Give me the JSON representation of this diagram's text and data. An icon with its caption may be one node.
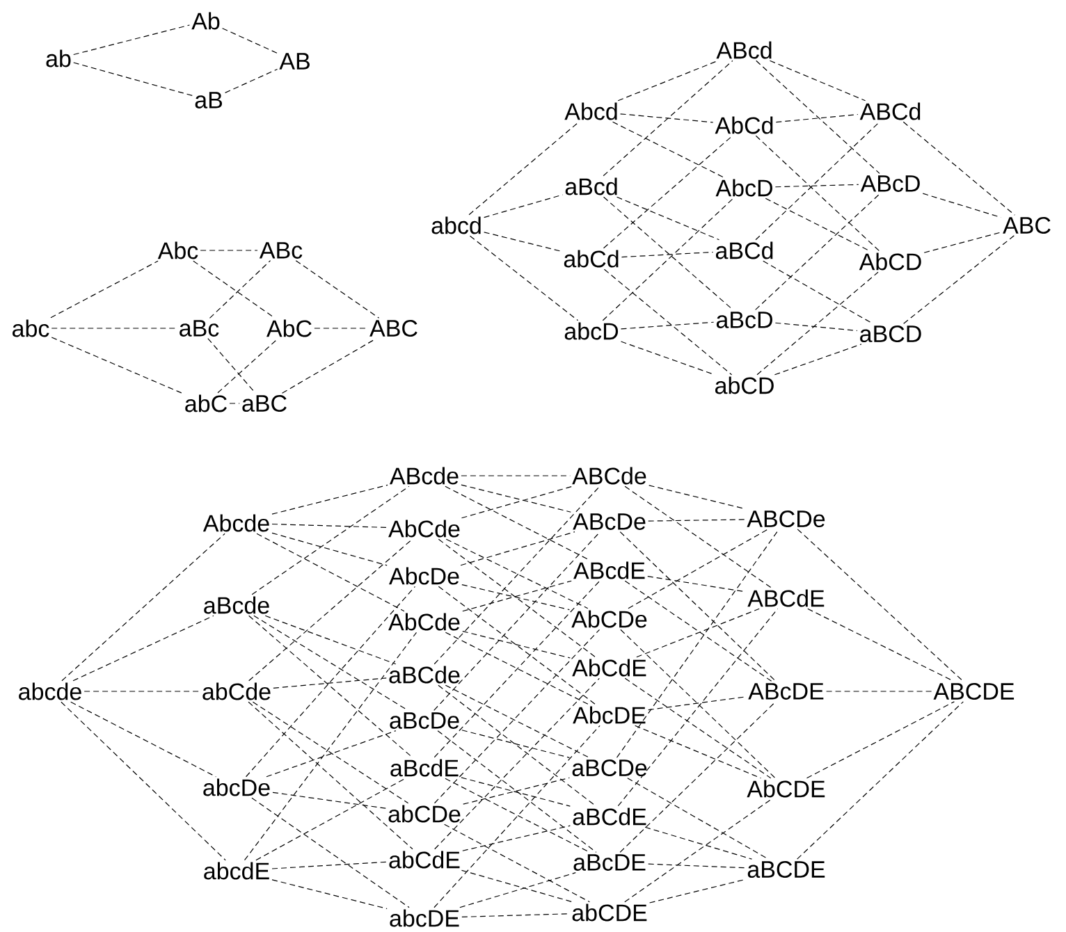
{
  "diagram": {
    "nodes": [
      {
        "text": [
          "ab"
        ]
      },
      {
        "text": [
          "Ab"
        ]
      },
      {
        "text": [
          "aB"
        ]
      },
      {
        "text": [
          "AB"
        ]
      },
      {
        "text": [
          "abc"
        ]
      },
      {
        "text": [
          "Abc"
        ]
      },
      {
        "text": [
          "aBc"
        ]
      },
      {
        "text": [
          "abC"
        ]
      },
      {
        "text": [
          "ABc"
        ]
      },
      {
        "text": [
          "AbC"
        ]
      },
      {
        "text": [
          "aBC"
        ]
      },
      {
        "text": [
          "ABC"
        ]
      },
      {
        "text": [
          "abcd"
        ]
      },
      {
        "text": [
          "Abcd"
        ]
      },
      {
        "text": [
          "aBcd"
        ]
      },
      {
        "text": [
          "abCd"
        ]
      },
      {
        "text": [
          "abcD"
        ]
      },
      {
        "text": [
          "ABcd"
        ]
      },
      {
        "text": [
          "AbCd"
        ]
      },
      {
        "text": [
          "AbcD"
        ]
      },
      {
        "text": [
          "aBCd"
        ]
      },
      {
        "text": [
          "aBcD"
        ]
      },
      {
        "text": [
          "abCD"
        ]
      },
      {
        "text": [
          "ABCd"
        ]
      },
      {
        "text": [
          "ABcD"
        ]
      },
      {
        "text": [
          "AbCD"
        ]
      },
      {
        "text": [
          "aBCD"
        ]
      },
      {
        "text": [
          "ABC"
        ]
      },
      {
        "text": [
          "abcde"
        ]
      },
      {
        "text": [
          "Abcde"
        ]
      },
      {
        "text": [
          "aBcde"
        ]
      },
      {
        "text": [
          "abCde"
        ]
      },
      {
        "text": [
          "abcDe"
        ]
      },
      {
        "text": [
          "abcdE"
        ]
      },
      {
        "text": [
          "ABcde"
        ]
      },
      {
        "text": [
          "AbCde"
        ]
      },
      {
        "text": [
          "AbcDe"
        ]
      },
      {
        "text": [
          "AbCde"
        ]
      },
      {
        "text": [
          "aBCde"
        ]
      },
      {
        "text": [
          "aBcDe"
        ]
      },
      {
        "text": [
          "aBcdE"
        ]
      },
      {
        "text": [
          "abCDe"
        ]
      },
      {
        "text": [
          "abCdE"
        ]
      },
      {
        "text": [
          "abcDE"
        ]
      },
      {
        "text": [
          "ABCde"
        ]
      },
      {
        "text": [
          "ABcDe"
        ]
      },
      {
        "text": [
          "ABcdE"
        ]
      },
      {
        "text": [
          "AbCDe"
        ]
      },
      {
        "text": [
          "AbCdE"
        ]
      },
      {
        "text": [
          "AbcDE"
        ]
      },
      {
        "text": [
          "aBCDe"
        ]
      },
      {
        "text": [
          "aBCdE"
        ]
      },
      {
        "text": [
          "aBcDE"
        ]
      },
      {
        "text": [
          "abCDE"
        ]
      },
      {
        "text": [
          "ABCDe"
        ]
      },
      {
        "text": [
          "ABCdE"
        ]
      },
      {
        "text": [
          "ABcDE"
        ]
      },
      {
        "text": [
          "AbCDE"
        ]
      },
      {
        "text": [
          "aBCDE"
        ]
      },
      {
        "text": [
          "ABCDE"
        ]
      }
    ],
    "edges": [
      {
        "from": 0,
        "to": 1,
        "arrow": "none",
        "style": "dashed"
      },
      {
        "from": 0,
        "to": 2,
        "arrow": "none",
        "style": "dashed"
      },
      {
        "from": 1,
        "to": 3,
        "arrow": "none",
        "style": "dashed"
      },
      {
        "from": 2,
        "to": 3,
        "arrow": "none",
        "style": "dashed"
      },
      {
        "from": 4,
        "to": 5,
        "arrow": "none",
        "style": "dashed"
      },
      {
        "from": 4,
        "to": 6,
        "arrow": "none",
        "style": "dashed"
      },
      {
        "from": 4,
        "to": 7,
        "arrow": "none",
        "style": "dashed"
      },
      {
        "from": 5,
        "to": 8,
        "arrow": "none",
        "style": "dashed"
      },
      {
        "from": 5,
        "to": 9,
        "arrow": "none",
        "style": "dashed"
      },
      {
        "from": 6,
        "to": 8,
        "arrow": "none",
        "style": "dashed"
      },
      {
        "from": 6,
        "to": 10,
        "arrow": "none",
        "style": "dashed"
      },
      {
        "from": 7,
        "to": 9,
        "arrow": "none",
        "style": "dashed"
      },
      {
        "from": 7,
        "to": 10,
        "arrow": "none",
        "style": "dashed"
      },
      {
        "from": 8,
        "to": 11,
        "arrow": "none",
        "style": "dashed"
      },
      {
        "from": 9,
        "to": 11,
        "arrow": "none",
        "style": "dashed"
      },
      {
        "from": 10,
        "to": 11,
        "arrow": "none",
        "style": "dashed"
      },
      {
        "from": 12,
        "to": 13,
        "arrow": "none",
        "style": "dashed"
      },
      {
        "from": 12,
        "to": 14,
        "arrow": "none",
        "style": "dashed"
      },
      {
        "from": 12,
        "to": 15,
        "arrow": "none",
        "style": "dashed"
      },
      {
        "from": 12,
        "to": 16,
        "arrow": "none",
        "style": "dashed"
      },
      {
        "from": 13,
        "to": 17,
        "arrow": "none",
        "style": "dashed"
      },
      {
        "from": 13,
        "to": 18,
        "arrow": "none",
        "style": "dashed"
      },
      {
        "from": 13,
        "to": 19,
        "arrow": "none",
        "style": "dashed"
      },
      {
        "from": 14,
        "to": 17,
        "arrow": "none",
        "style": "dashed"
      },
      {
        "from": 14,
        "to": 20,
        "arrow": "none",
        "style": "dashed"
      },
      {
        "from": 14,
        "to": 21,
        "arrow": "none",
        "style": "dashed"
      },
      {
        "from": 15,
        "to": 18,
        "arrow": "none",
        "style": "dashed"
      },
      {
        "from": 15,
        "to": 20,
        "arrow": "none",
        "style": "dashed"
      },
      {
        "from": 15,
        "to": 22,
        "arrow": "none",
        "style": "dashed"
      },
      {
        "from": 16,
        "to": 19,
        "arrow": "none",
        "style": "dashed"
      },
      {
        "from": 16,
        "to": 21,
        "arrow": "none",
        "style": "dashed"
      },
      {
        "from": 16,
        "to": 22,
        "arrow": "none",
        "style": "dashed"
      },
      {
        "from": 17,
        "to": 23,
        "arrow": "none",
        "style": "dashed"
      },
      {
        "from": 17,
        "to": 24,
        "arrow": "none",
        "style": "dashed"
      },
      {
        "from": 18,
        "to": 23,
        "arrow": "none",
        "style": "dashed"
      },
      {
        "from": 18,
        "to": 25,
        "arrow": "none",
        "style": "dashed"
      },
      {
        "from": 19,
        "to": 24,
        "arrow": "none",
        "style": "dashed"
      },
      {
        "from": 19,
        "to": 25,
        "arrow": "none",
        "style": "dashed"
      },
      {
        "from": 20,
        "to": 23,
        "arrow": "none",
        "style": "dashed"
      },
      {
        "from": 20,
        "to": 26,
        "arrow": "none",
        "style": "dashed"
      },
      {
        "from": 21,
        "to": 24,
        "arrow": "none",
        "style": "dashed"
      },
      {
        "from": 21,
        "to": 26,
        "arrow": "none",
        "style": "dashed"
      },
      {
        "from": 22,
        "to": 25,
        "arrow": "none",
        "style": "dashed"
      },
      {
        "from": 22,
        "to": 26,
        "arrow": "none",
        "style": "dashed"
      },
      {
        "from": 23,
        "to": 27,
        "arrow": "none",
        "style": "dashed"
      },
      {
        "from": 24,
        "to": 27,
        "arrow": "none",
        "style": "dashed"
      },
      {
        "from": 25,
        "to": 27,
        "arrow": "none",
        "style": "dashed"
      },
      {
        "from": 26,
        "to": 27,
        "arrow": "none",
        "style": "dashed"
      },
      {
        "from": 28,
        "to": 29,
        "arrow": "none",
        "style": "dashed"
      },
      {
        "from": 28,
        "to": 30,
        "arrow": "none",
        "style": "dashed"
      },
      {
        "from": 28,
        "to": 31,
        "arrow": "none",
        "style": "dashed"
      },
      {
        "from": 28,
        "to": 32,
        "arrow": "none",
        "style": "dashed"
      },
      {
        "from": 28,
        "to": 33,
        "arrow": "none",
        "style": "dashed"
      },
      {
        "from": 29,
        "to": 34,
        "arrow": "none",
        "style": "dashed"
      },
      {
        "from": 29,
        "to": 35,
        "arrow": "none",
        "style": "dashed"
      },
      {
        "from": 29,
        "to": 36,
        "arrow": "none",
        "style": "dashed"
      },
      {
        "from": 29,
        "to": 37,
        "arrow": "none",
        "style": "dashed"
      },
      {
        "from": 30,
        "to": 34,
        "arrow": "none",
        "style": "dashed"
      },
      {
        "from": 30,
        "to": 38,
        "arrow": "none",
        "style": "dashed"
      },
      {
        "from": 30,
        "to": 39,
        "arrow": "none",
        "style": "dashed"
      },
      {
        "from": 30,
        "to": 40,
        "arrow": "none",
        "style": "dashed"
      },
      {
        "from": 31,
        "to": 35,
        "arrow": "none",
        "style": "dashed"
      },
      {
        "from": 31,
        "to": 38,
        "arrow": "none",
        "style": "dashed"
      },
      {
        "from": 31,
        "to": 41,
        "arrow": "none",
        "style": "dashed"
      },
      {
        "from": 31,
        "to": 42,
        "arrow": "none",
        "style": "dashed"
      },
      {
        "from": 32,
        "to": 36,
        "arrow": "none",
        "style": "dashed"
      },
      {
        "from": 32,
        "to": 39,
        "arrow": "none",
        "style": "dashed"
      },
      {
        "from": 32,
        "to": 41,
        "arrow": "none",
        "style": "dashed"
      },
      {
        "from": 32,
        "to": 43,
        "arrow": "none",
        "style": "dashed"
      },
      {
        "from": 33,
        "to": 37,
        "arrow": "none",
        "style": "dashed"
      },
      {
        "from": 33,
        "to": 40,
        "arrow": "none",
        "style": "dashed"
      },
      {
        "from": 33,
        "to": 42,
        "arrow": "none",
        "style": "dashed"
      },
      {
        "from": 33,
        "to": 43,
        "arrow": "none",
        "style": "dashed"
      },
      {
        "from": 34,
        "to": 44,
        "arrow": "none",
        "style": "dashed"
      },
      {
        "from": 34,
        "to": 45,
        "arrow": "none",
        "style": "dashed"
      },
      {
        "from": 34,
        "to": 46,
        "arrow": "none",
        "style": "dashed"
      },
      {
        "from": 35,
        "to": 44,
        "arrow": "none",
        "style": "dashed"
      },
      {
        "from": 35,
        "to": 47,
        "arrow": "none",
        "style": "dashed"
      },
      {
        "from": 35,
        "to": 48,
        "arrow": "none",
        "style": "dashed"
      },
      {
        "from": 36,
        "to": 45,
        "arrow": "none",
        "style": "dashed"
      },
      {
        "from": 36,
        "to": 47,
        "arrow": "none",
        "style": "dashed"
      },
      {
        "from": 36,
        "to": 49,
        "arrow": "none",
        "style": "dashed"
      },
      {
        "from": 37,
        "to": 46,
        "arrow": "none",
        "style": "dashed"
      },
      {
        "from": 37,
        "to": 48,
        "arrow": "none",
        "style": "dashed"
      },
      {
        "from": 37,
        "to": 49,
        "arrow": "none",
        "style": "dashed"
      },
      {
        "from": 38,
        "to": 44,
        "arrow": "none",
        "style": "dashed"
      },
      {
        "from": 38,
        "to": 50,
        "arrow": "none",
        "style": "dashed"
      },
      {
        "from": 38,
        "to": 51,
        "arrow": "none",
        "style": "dashed"
      },
      {
        "from": 39,
        "to": 45,
        "arrow": "none",
        "style": "dashed"
      },
      {
        "from": 39,
        "to": 50,
        "arrow": "none",
        "style": "dashed"
      },
      {
        "from": 39,
        "to": 52,
        "arrow": "none",
        "style": "dashed"
      },
      {
        "from": 40,
        "to": 46,
        "arrow": "none",
        "style": "dashed"
      },
      {
        "from": 40,
        "to": 51,
        "arrow": "none",
        "style": "dashed"
      },
      {
        "from": 40,
        "to": 52,
        "arrow": "none",
        "style": "dashed"
      },
      {
        "from": 41,
        "to": 47,
        "arrow": "none",
        "style": "dashed"
      },
      {
        "from": 41,
        "to": 50,
        "arrow": "none",
        "style": "dashed"
      },
      {
        "from": 41,
        "to": 53,
        "arrow": "none",
        "style": "dashed"
      },
      {
        "from": 42,
        "to": 48,
        "arrow": "none",
        "style": "dashed"
      },
      {
        "from": 42,
        "to": 51,
        "arrow": "none",
        "style": "dashed"
      },
      {
        "from": 42,
        "to": 53,
        "arrow": "none",
        "style": "dashed"
      },
      {
        "from": 43,
        "to": 49,
        "arrow": "none",
        "style": "dashed"
      },
      {
        "from": 43,
        "to": 52,
        "arrow": "none",
        "style": "dashed"
      },
      {
        "from": 43,
        "to": 53,
        "arrow": "none",
        "style": "dashed"
      },
      {
        "from": 44,
        "to": 54,
        "arrow": "none",
        "style": "dashed"
      },
      {
        "from": 44,
        "to": 55,
        "arrow": "none",
        "style": "dashed"
      },
      {
        "from": 45,
        "to": 54,
        "arrow": "none",
        "style": "dashed"
      },
      {
        "from": 45,
        "to": 56,
        "arrow": "none",
        "style": "dashed"
      },
      {
        "from": 46,
        "to": 55,
        "arrow": "none",
        "style": "dashed"
      },
      {
        "from": 46,
        "to": 56,
        "arrow": "none",
        "style": "dashed"
      },
      {
        "from": 47,
        "to": 54,
        "arrow": "none",
        "style": "dashed"
      },
      {
        "from": 47,
        "to": 57,
        "arrow": "none",
        "style": "dashed"
      },
      {
        "from": 48,
        "to": 55,
        "arrow": "none",
        "style": "dashed"
      },
      {
        "from": 48,
        "to": 57,
        "arrow": "none",
        "style": "dashed"
      },
      {
        "from": 49,
        "to": 56,
        "arrow": "none",
        "style": "dashed"
      },
      {
        "from": 49,
        "to": 57,
        "arrow": "none",
        "style": "dashed"
      },
      {
        "from": 50,
        "to": 54,
        "arrow": "none",
        "style": "dashed"
      },
      {
        "from": 50,
        "to": 58,
        "arrow": "none",
        "style": "dashed"
      },
      {
        "from": 51,
        "to": 55,
        "arrow": "none",
        "style": "dashed"
      },
      {
        "from": 51,
        "to": 58,
        "arrow": "none",
        "style": "dashed"
      },
      {
        "from": 52,
        "to": 56,
        "arrow": "none",
        "style": "dashed"
      },
      {
        "from": 52,
        "to": 58,
        "arrow": "none",
        "style": "dashed"
      },
      {
        "from": 53,
        "to": 57,
        "arrow": "none",
        "style": "dashed"
      },
      {
        "from": 53,
        "to": 58,
        "arrow": "none",
        "style": "dashed"
      },
      {
        "from": 54,
        "to": 59,
        "arrow": "none",
        "style": "dashed"
      },
      {
        "from": 55,
        "to": 59,
        "arrow": "none",
        "style": "dashed"
      },
      {
        "from": 56,
        "to": 59,
        "arrow": "none",
        "style": "dashed"
      },
      {
        "from": 57,
        "to": 59,
        "arrow": "none",
        "style": "dashed"
      },
      {
        "from": 58,
        "to": 59,
        "arrow": "none",
        "style": "dashed"
      }
    ]
  }
}
